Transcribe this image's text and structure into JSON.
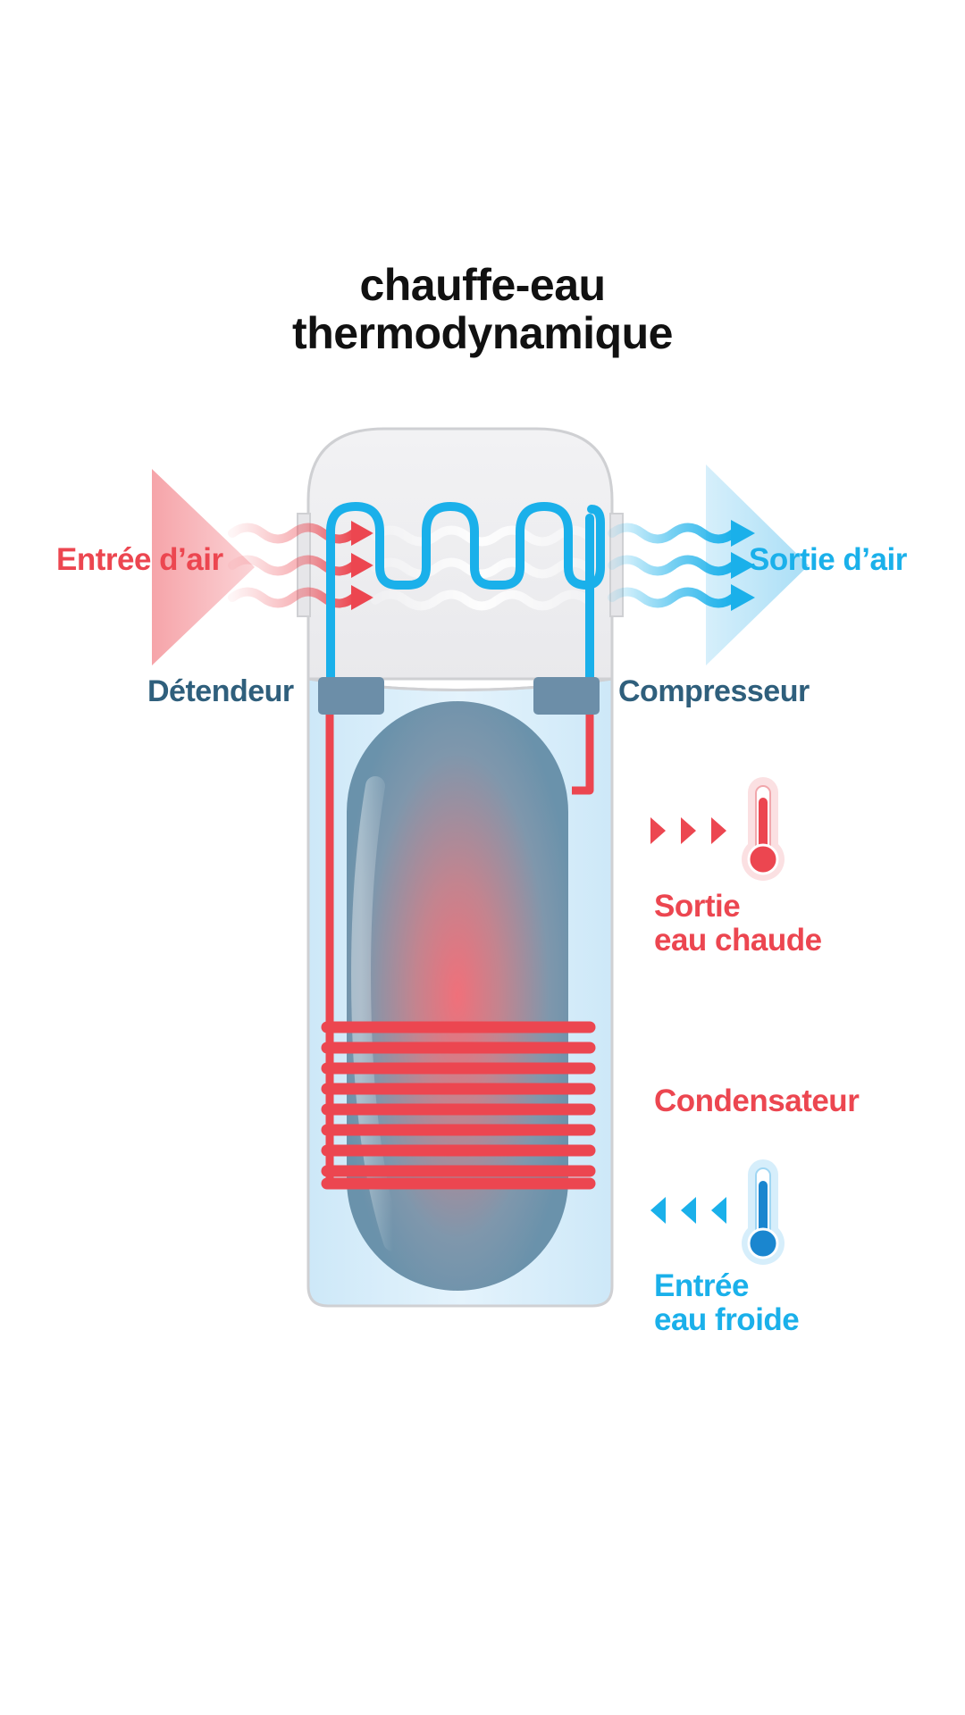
{
  "title": {
    "line1": "chauffe-eau",
    "line2": "thermodynamique"
  },
  "labels": {
    "air_in": "Entrée d’air",
    "air_out": "Sortie d’air",
    "expander": "Détendeur",
    "compressor": "Compresseur",
    "hot_water_out_line1": "Sortie",
    "hot_water_out_line2": "eau chaude",
    "condenser": "Condensateur",
    "cold_water_in_line1": "Entrée",
    "cold_water_in_line2": "eau froide"
  },
  "colors": {
    "hot": "#ec4650",
    "cold": "#1ab0ea",
    "component": "#2f5f7c",
    "valve": "#6c8ea8",
    "tank": "#6b93ad",
    "casing_top": "#efeff1",
    "casing_bottom": "#d9eefb",
    "title": "#111111"
  },
  "icons": {
    "air_in_arrow": "red-triangle-arrow-icon",
    "air_out_arrow": "blue-triangle-arrow-icon",
    "hot_thermometer": "thermometer-hot-icon",
    "cold_thermometer": "thermometer-cold-icon"
  }
}
